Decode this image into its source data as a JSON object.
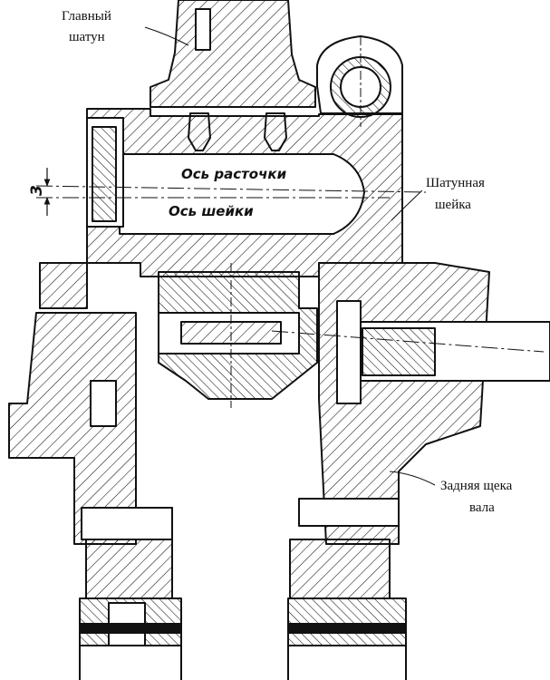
{
  "labels": {
    "main_rod": {
      "line1": "Главный",
      "line2": "шатун"
    },
    "crank_pin": {
      "line1": "Шатунная",
      "line2": "шейка"
    },
    "rear_cheek": {
      "line1": "Задняя щека",
      "line2": "вала"
    }
  },
  "annotations": {
    "bore_axis": "Ось расточки",
    "journal_axis": "Ось шейки",
    "offset_mark": "3"
  },
  "colors": {
    "ink": "#111111",
    "paper": "#ffffff"
  }
}
